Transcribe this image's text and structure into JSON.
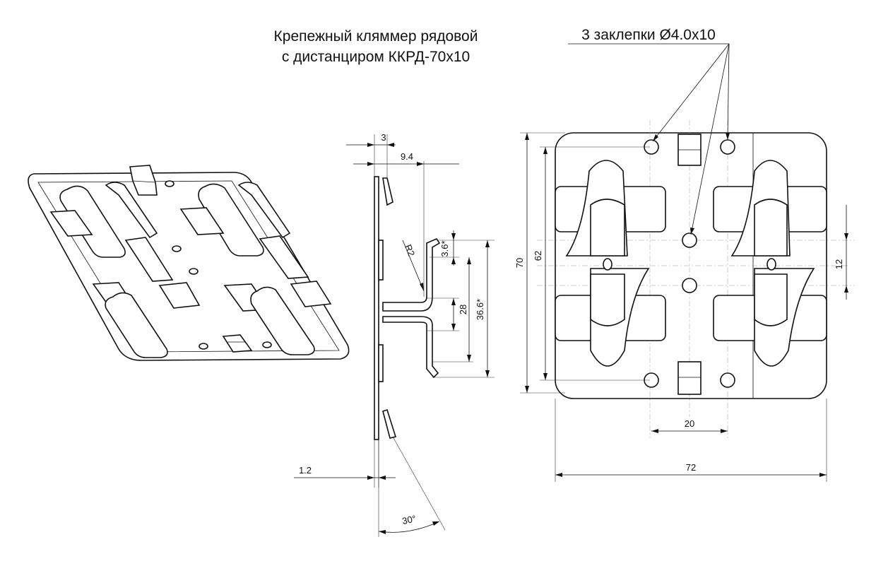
{
  "title": {
    "line1": "Крепежный кляммер рядовой",
    "line2": "с дистанциром ККРД-70х10"
  },
  "callout": "3 заклепки Ø4.0х10",
  "dimensions": {
    "side_top_3": "3",
    "side_top_94": "9.4",
    "side_r2": "R2",
    "side_36star": "3.6*",
    "side_28": "28",
    "side_366star": "36.6*",
    "side_12thk": "1.2",
    "side_angle": "30°",
    "front_height_outer": "70",
    "front_height_inner": "62",
    "front_slot_pitch": "12",
    "front_hole_pitch": "20",
    "front_width": "72"
  },
  "views": [
    "isometric-view",
    "side-view",
    "front-view"
  ]
}
